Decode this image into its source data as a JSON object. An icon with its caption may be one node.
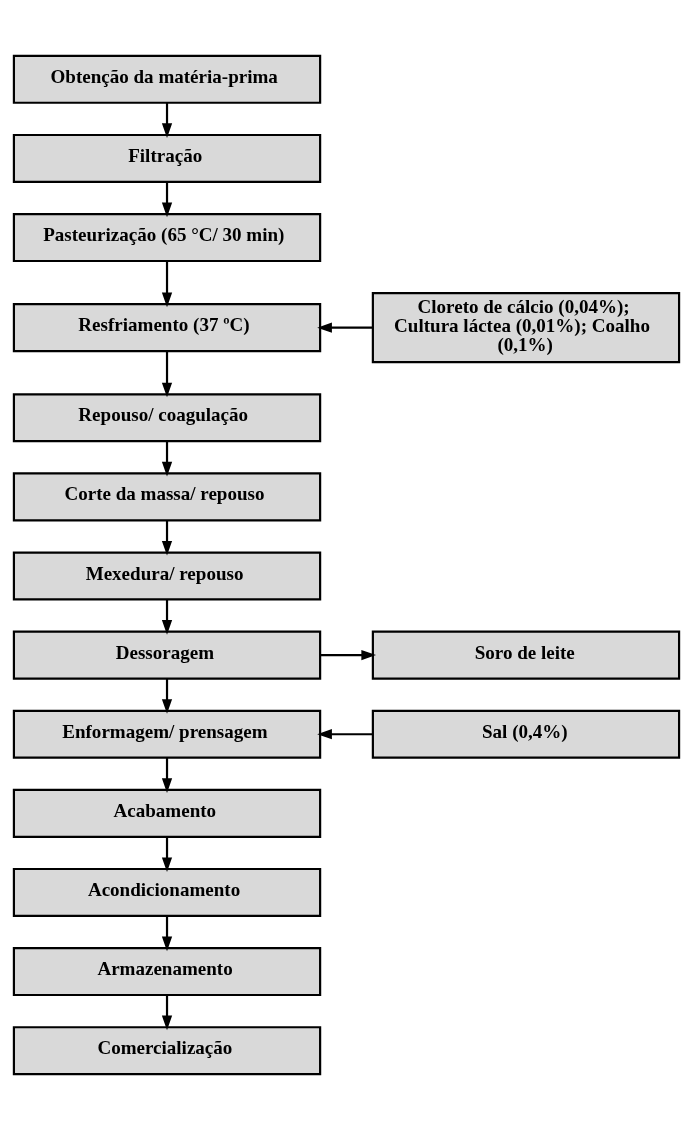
{
  "diagram": {
    "nodes": [
      {
        "text": [
          "Obtenção da matéria-prima"
        ]
      },
      {
        "text": [
          "Filtração"
        ]
      },
      {
        "text": [
          "Pasteurização (65 °C/ 30 min)"
        ]
      },
      {
        "text": [
          "Resfriamento (37 ºC)"
        ]
      },
      {
        "text": [
          "Repouso/ coagulação"
        ]
      },
      {
        "text": [
          "Corte da massa/ repouso"
        ]
      },
      {
        "text": [
          "Mexedura/ repouso"
        ]
      },
      {
        "text": [
          "Dessoragem"
        ]
      },
      {
        "text": [
          "Enformagem/ prensagem"
        ]
      },
      {
        "text": [
          "Acabamento"
        ]
      },
      {
        "text": [
          "Acondicionamento"
        ]
      },
      {
        "text": [
          "Armazenamento"
        ]
      },
      {
        "text": [
          "Comercialização"
        ]
      },
      {
        "text": [
          "Cloreto de cálcio (0,04%); Cultura láctea (0,01%); Coalho (0,1%)"
        ]
      },
      {
        "text": [
          "Soro de leite"
        ]
      },
      {
        "text": [
          "Sal (0,4%)"
        ]
      }
    ],
    "edges": [
      {
        "from": 0,
        "to": 1,
        "arrow": "to"
      },
      {
        "from": 1,
        "to": 2,
        "arrow": "to"
      },
      {
        "from": 2,
        "to": 3,
        "arrow": "to"
      },
      {
        "from": 13,
        "to": 3,
        "arrow": "to"
      },
      {
        "from": 3,
        "to": 4,
        "arrow": "to"
      },
      {
        "from": 4,
        "to": 5,
        "arrow": "to"
      },
      {
        "from": 5,
        "to": 6,
        "arrow": "to"
      },
      {
        "from": 6,
        "to": 7,
        "arrow": "to"
      },
      {
        "from": 7,
        "to": 14,
        "arrow": "to"
      },
      {
        "from": 7,
        "to": 8,
        "arrow": "to"
      },
      {
        "from": 15,
        "to": 8,
        "arrow": "to"
      },
      {
        "from": 8,
        "to": 9,
        "arrow": "to"
      },
      {
        "from": 9,
        "to": 10,
        "arrow": "to"
      },
      {
        "from": 10,
        "to": 11,
        "arrow": "to"
      },
      {
        "from": 11,
        "to": 12,
        "arrow": "to"
      }
    ]
  }
}
